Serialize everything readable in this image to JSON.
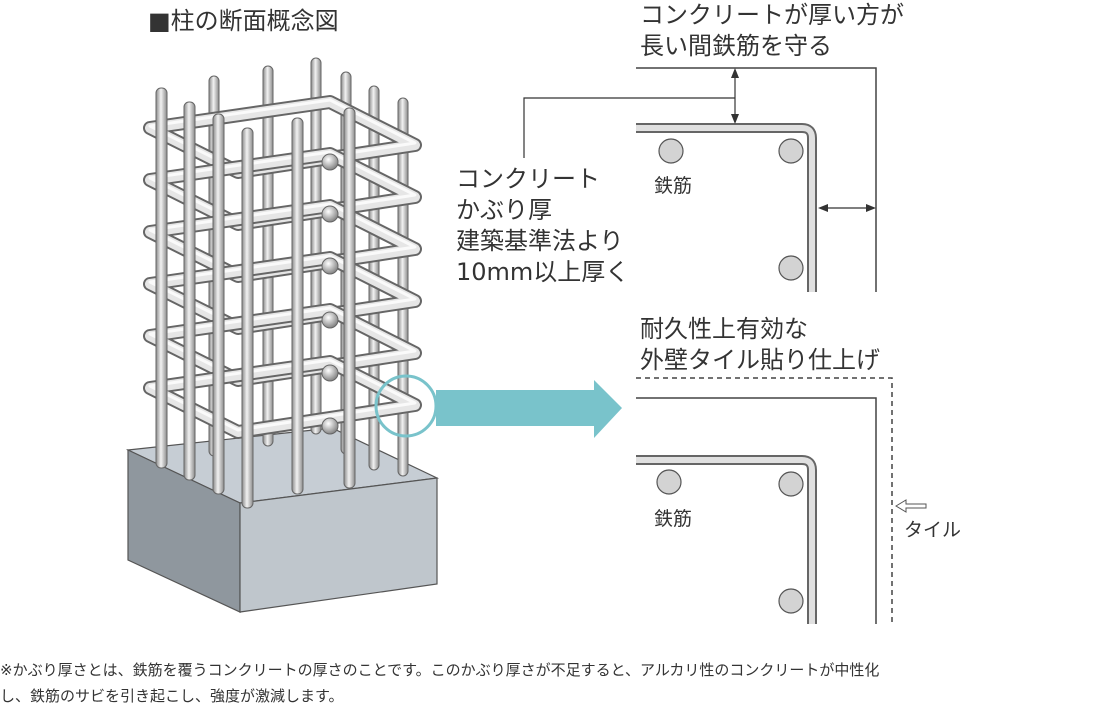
{
  "title": "■柱の断面概念図",
  "top_right_label": [
    "コンクリートが厚い方が",
    "長い間鉄筋を守る"
  ],
  "cover_label": [
    "コンクリート",
    "かぶり厚",
    "建築基準法より",
    "10mm以上厚く"
  ],
  "rebar_label_upper": "鉄筋",
  "finish_label": [
    "耐久性上有効な",
    "外壁タイル貼り仕上げ"
  ],
  "rebar_label_lower": "鉄筋",
  "tile_label": "タイル",
  "footnote": [
    "※かぶり厚さとは、鉄筋を覆うコンクリートの厚さのことです。このかぶり厚さが不足すると、アルカリ性のコンクリートが中性化",
    "し、鉄筋のサビを引き起こし、強度が激減します。"
  ],
  "colors": {
    "arrow": "#79c3cb",
    "circle": "#79c3cb",
    "rebar": "#c9c9c9",
    "base_top": "#c6cdd4",
    "base_front": "#8f979e",
    "base_side": "#bfc6cc"
  }
}
